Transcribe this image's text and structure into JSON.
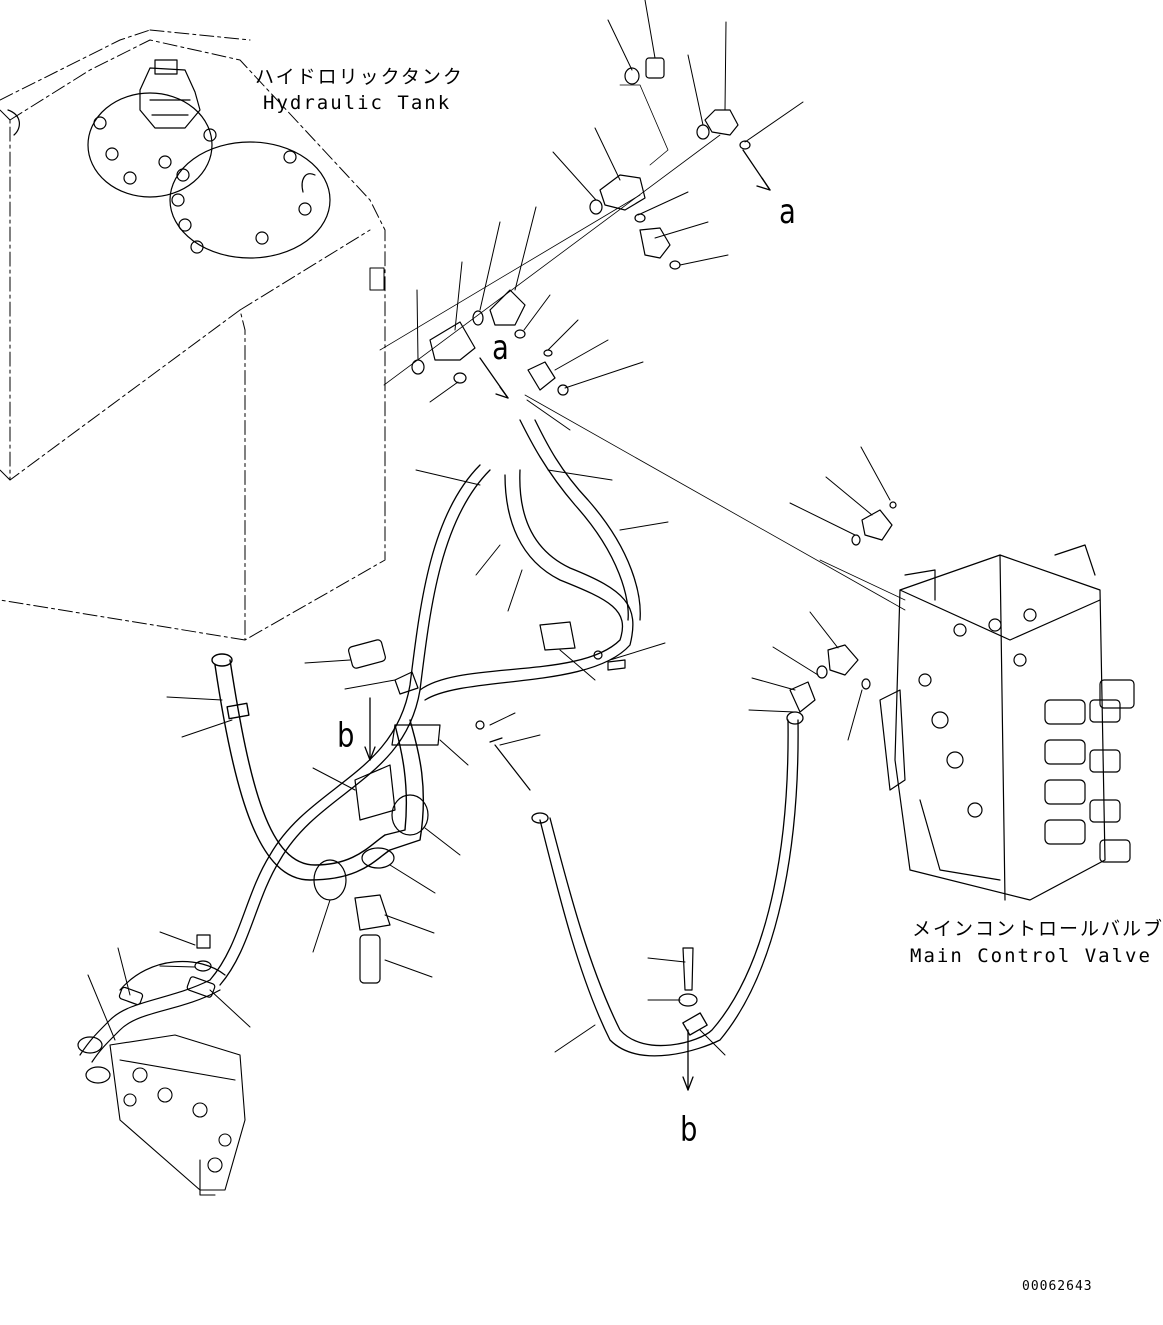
{
  "labels": {
    "tank_ja": "ハイドロリックタンク",
    "tank_en": "Hydraulic Tank",
    "valve_ja": "メインコントロールバルブ",
    "valve_en": "Main Control Valve"
  },
  "refs": {
    "a_top": "a",
    "a_mid": "a",
    "b_left": "b",
    "b_bottom": "b"
  },
  "drawing_code": "00062643"
}
